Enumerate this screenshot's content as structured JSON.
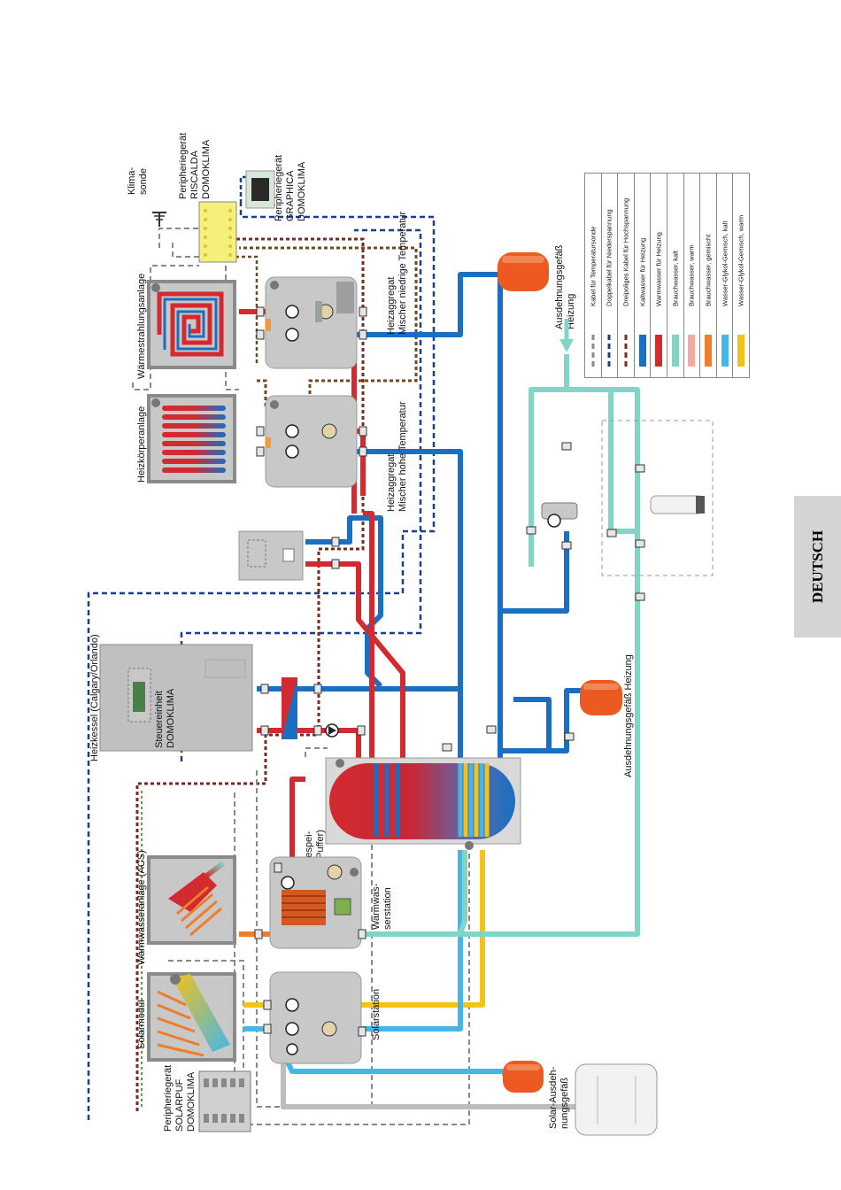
{
  "colors": {
    "cold_heating": "#1a6fc2",
    "warm_heating": "#d22a2e",
    "service_cold": "#7fd6c6",
    "service_warm": "#f5a9a0",
    "service_mixed": "#ef7d2a",
    "glycol_cold": "#45b6ea",
    "glycol_warm": "#f2c318",
    "device_grey": "#c8c8c8",
    "panel_grey": "#a9a9a9",
    "cable_yellow": "#f4f07a",
    "tank_orange": "#ec5a22"
  },
  "labels": {
    "klimasonde": [
      "Klima-",
      "sonde"
    ],
    "riscalda": [
      "Peripheriegerät",
      "RISCALDA",
      "DOMOKLIMA"
    ],
    "graphica": [
      "Peripheriegerät",
      "GRAPHICA",
      "DOMOKLIMA"
    ],
    "waermestrahlung": "Wärmestrahlungsanlage",
    "heizkoerper": "Heizkörperanlage",
    "heizaggregat_low": [
      "Heizaggregat",
      "Mischer niedrige Temperatur"
    ],
    "heizaggregat_high": [
      "Heizaggregat",
      "Mischer hohe Temperatur"
    ],
    "ausdehnung_heizung_top": [
      "Ausdehnungsgefäß",
      "Heizung"
    ],
    "ausdehnung_heizung": "Ausdehnungsgefäß Heizung",
    "heizkessel": "Heizkessel (Calgary/Orlando)",
    "steuereinheit": [
      "Steuereinheit",
      "DOMOKLIMA"
    ],
    "waermwasseranlage": "Warmwasseranlage (ACS)",
    "solarmodul": "Solarmodul",
    "solarpuf": [
      "Peripheriegerät",
      "SOLARPUF",
      "DOMOKLIMA"
    ],
    "waermespeicher": [
      "Wärmespei-",
      "cher (Puffer)"
    ],
    "warmwasserstation": [
      "Warmwas-",
      "serstation"
    ],
    "solarstation": "Solarstation",
    "solar_ausdehnung": [
      "Solar-Ausdeh-",
      "nungsgefäß"
    ],
    "tab": "DEUTSCH"
  },
  "legend": [
    {
      "label": "Kabel für Temperatursonde",
      "kind": "cable-grey"
    },
    {
      "label": "Doppelkabel für Niederspannung",
      "kind": "cable-blue"
    },
    {
      "label": "Dreipoliges Kabel für Hochspannung",
      "kind": "cable-tri"
    },
    {
      "label": "Kaltwasser für Heizung",
      "color": "#1a6fc2"
    },
    {
      "label": "Warmwasser für Heizung",
      "color": "#d22a2e"
    },
    {
      "label": "Brauchwasser, kalt",
      "color": "#7fd6c6"
    },
    {
      "label": "Brauchwasser, warm",
      "color": "#f5a9a0"
    },
    {
      "label": "Brauchwasser, gemischt",
      "color": "#ef7d2a"
    },
    {
      "label": "Wasser-Glykol-Gemisch, kalt",
      "color": "#45b6ea"
    },
    {
      "label": "Wasser-Glykol-Gemisch, warm",
      "color": "#f2c318"
    }
  ]
}
